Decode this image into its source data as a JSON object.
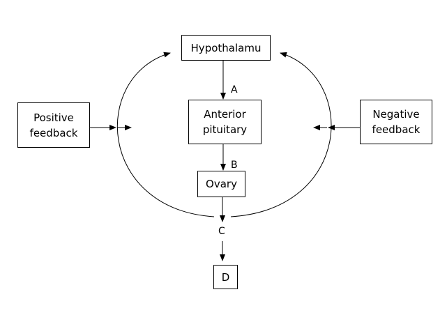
{
  "nodes": {
    "hypothalamus": "Hypothalamu",
    "anterior_pituitary": "Anterior pituitary",
    "ovary": "Ovary",
    "d": "D",
    "positive_feedback": "Positive feedback",
    "negative_feedback": "Negative feedback"
  },
  "labels": {
    "a": "A",
    "b": "B",
    "c": "C"
  }
}
